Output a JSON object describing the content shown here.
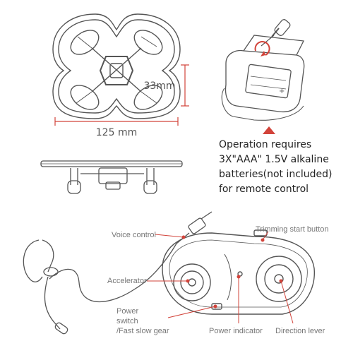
{
  "dimensions": {
    "width": "125 mm",
    "height": "33mm"
  },
  "battery_note": "Operation requires 3X\"AAA\" 1.5V alkaline batteries(not included) for remote control",
  "labels": {
    "voice_control": "Voice control",
    "trimming_start_button": "Trimming start button",
    "accelerator": "Accelerator",
    "power_switch_line1": "Power",
    "power_switch_line2": "switch",
    "power_switch_line3": "/Fast slow gear",
    "power_indicator": "Power indicator",
    "direction_lever": "Direction lever"
  },
  "colors": {
    "accent": "#d2433a",
    "line": "#555555",
    "label": "#777777"
  }
}
